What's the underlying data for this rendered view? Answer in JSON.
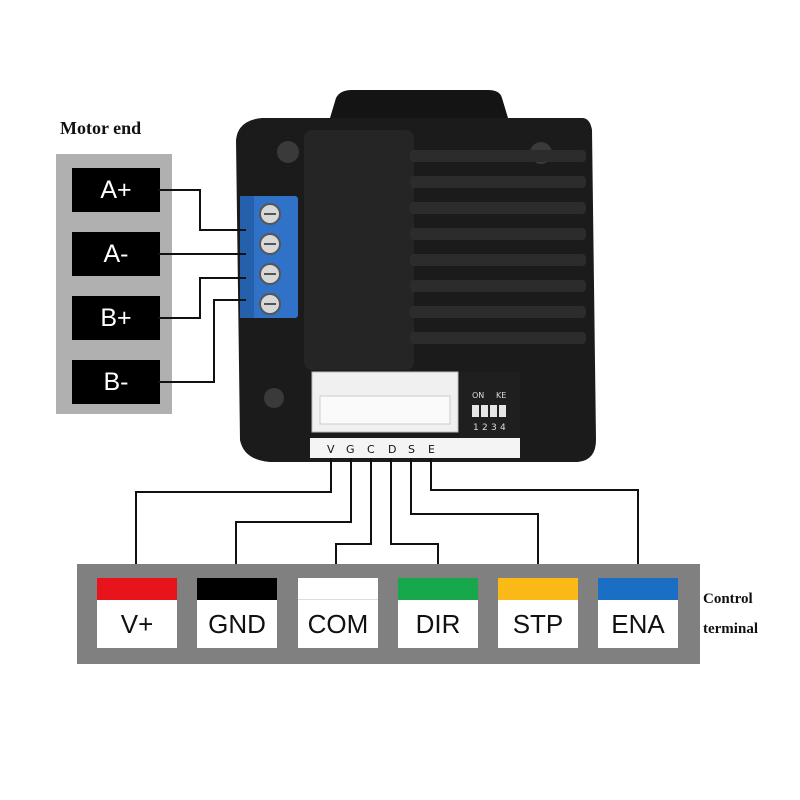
{
  "motor_end": {
    "title": "Motor end",
    "terminals": [
      "A+",
      "A-",
      "B+",
      "B-"
    ]
  },
  "control_terminal": {
    "title_line1": "Control",
    "title_line2": "terminal",
    "terminals": [
      {
        "label": "V+",
        "color": "#e8141c"
      },
      {
        "label": "GND",
        "color": "#000000"
      },
      {
        "label": "COM",
        "color": "#ffffff"
      },
      {
        "label": "DIR",
        "color": "#16a84a"
      },
      {
        "label": "STP",
        "color": "#fbb917"
      },
      {
        "label": "ENA",
        "color": "#1a6fc4"
      }
    ]
  },
  "driver_board": {
    "pin_letters": [
      "V",
      "G",
      "C",
      "D",
      "S",
      "E"
    ],
    "dip_switch": {
      "label_left": "ON",
      "label_right": "KE",
      "numbers": [
        "1",
        "2",
        "3",
        "4"
      ]
    },
    "colors": {
      "body": "#1a1a1a",
      "screw_terminal": "#2f72c8",
      "connector": "#f0f0f0"
    }
  }
}
